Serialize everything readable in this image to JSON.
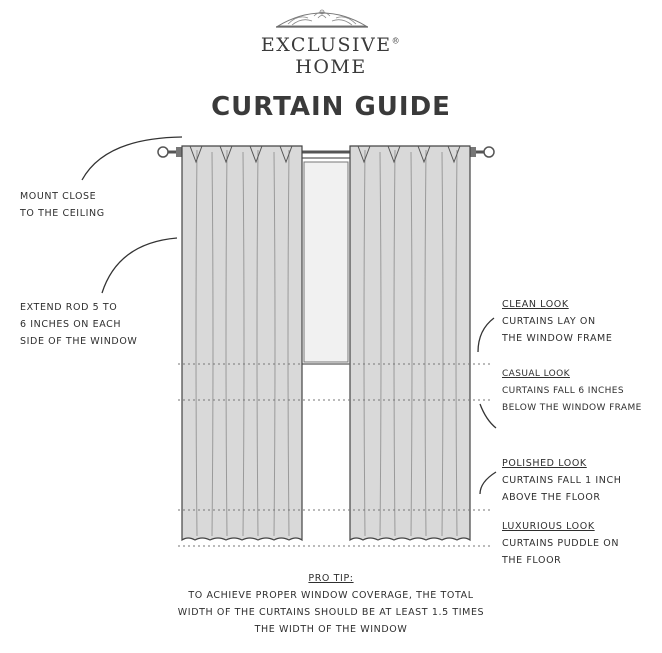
{
  "brand": {
    "line1": "EXCLUSIVE",
    "line1_mark": "®",
    "line2": "HOME"
  },
  "title": "CURTAIN GUIDE",
  "left_callouts": [
    {
      "lines": [
        "MOUNT CLOSE",
        "TO THE CEILING"
      ]
    },
    {
      "lines": [
        "EXTEND ROD 5 TO",
        "6 INCHES ON EACH",
        "SIDE OF THE WINDOW"
      ]
    }
  ],
  "right_callouts": [
    {
      "heading": "CLEAN LOOK",
      "lines": [
        "CURTAINS LAY ON",
        "THE WINDOW FRAME"
      ]
    },
    {
      "heading": "CASUAL LOOK",
      "lines": [
        "CURTAINS FALL 6 INCHES",
        "BELOW THE WINDOW FRAME"
      ]
    },
    {
      "heading": "POLISHED LOOK",
      "lines": [
        "CURTAINS FALL 1 INCH",
        "ABOVE THE FLOOR"
      ]
    },
    {
      "heading": "LUXURIOUS LOOK",
      "lines": [
        "CURTAINS PUDDLE ON",
        "THE FLOOR"
      ]
    }
  ],
  "pro_tip": {
    "heading": "PRO TIP:",
    "lines": [
      "TO ACHIEVE PROPER WINDOW COVERAGE, THE TOTAL",
      "WIDTH OF THE CURTAINS SHOULD BE AT LEAST 1.5 TIMES",
      "THE WIDTH OF THE WINDOW"
    ]
  },
  "colors": {
    "ink": "#3a3a3a",
    "curtain": "#d9d9d9",
    "fold": "#bdbdbd"
  }
}
